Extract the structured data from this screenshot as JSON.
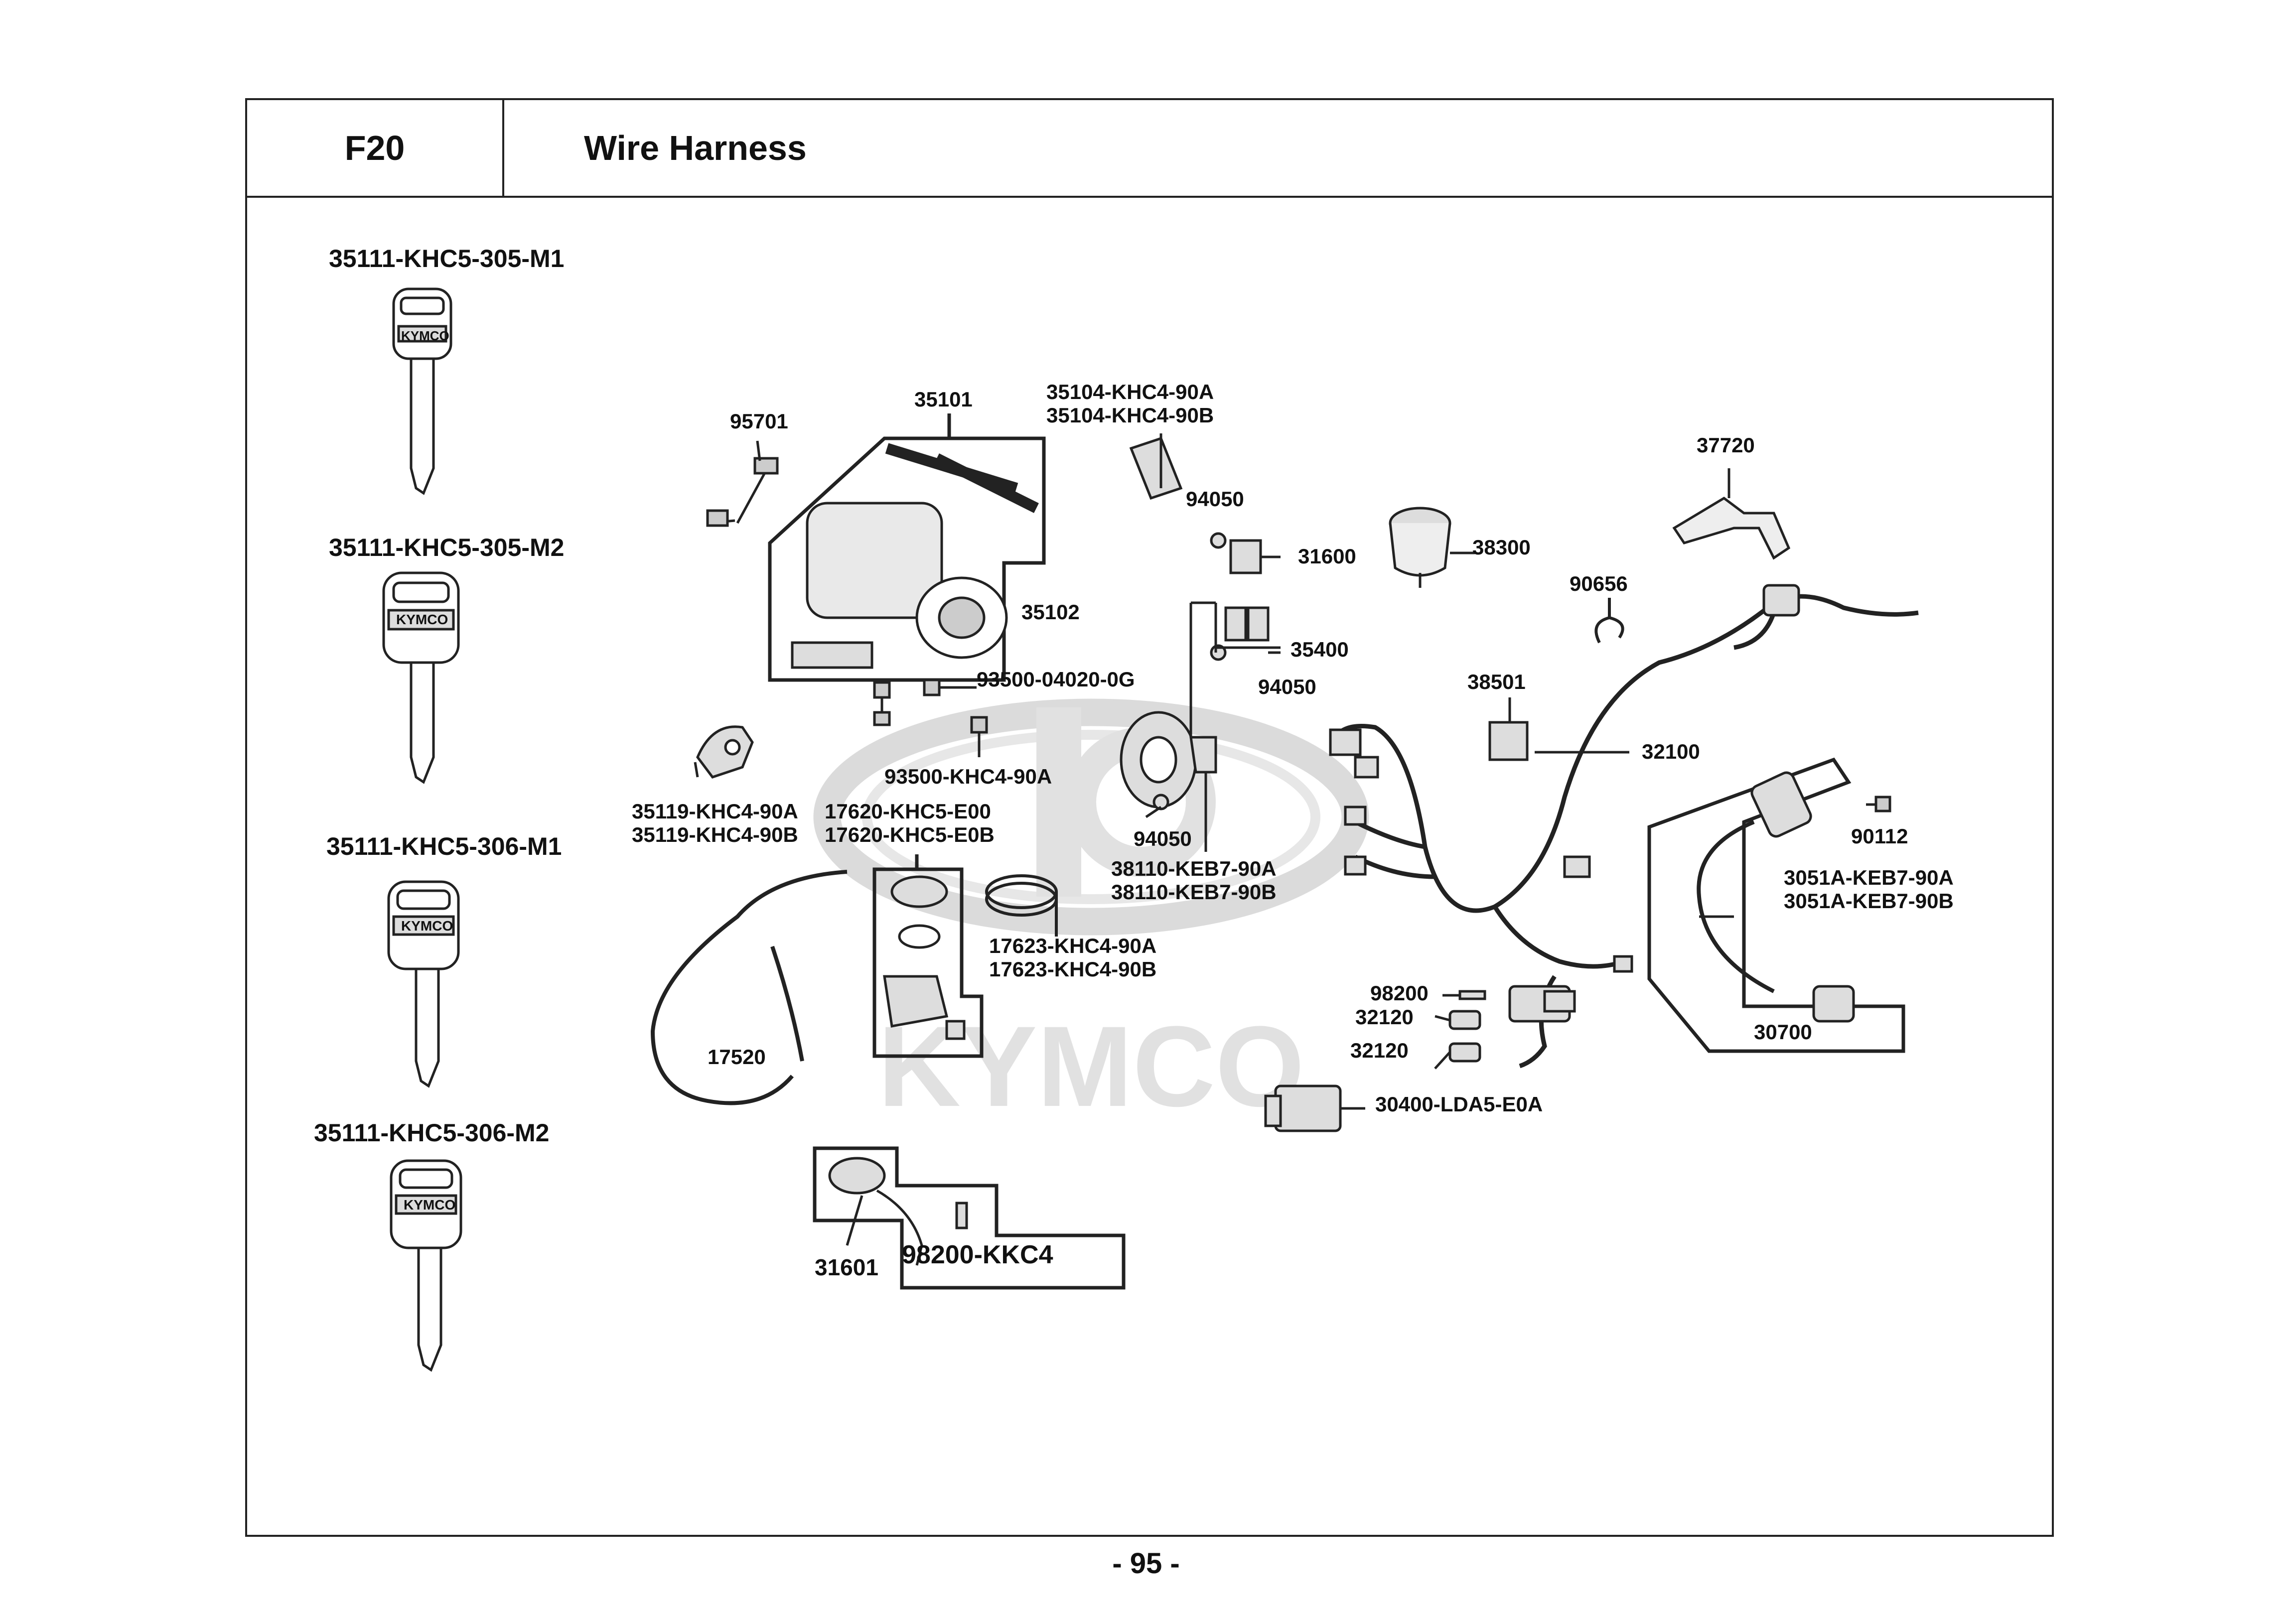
{
  "header": {
    "section_code": "F20",
    "title": "Wire Harness"
  },
  "keys": [
    {
      "part": "35111-KHC5-305-M1",
      "brand": "KYMCO"
    },
    {
      "part": "35111-KHC5-305-M2",
      "brand": "KYMCO"
    },
    {
      "part": "35111-KHC5-306-M1",
      "brand": "KYMCO"
    },
    {
      "part": "35111-KHC5-306-M2",
      "brand": "KYMCO"
    }
  ],
  "watermark": "KYMCO",
  "parts": {
    "p95701": "95701",
    "p35101": "35101",
    "p35102": "35102",
    "p35104a": "35104-KHC4-90A",
    "p35104b": "35104-KHC4-90B",
    "p94050_1": "94050",
    "p31600": "31600",
    "p35400": "35400",
    "p94050_2": "94050",
    "p38300": "38300",
    "p37720": "37720",
    "p90656": "90656",
    "p38501": "38501",
    "p32100": "32100",
    "p93500a": "93500-04020-0G",
    "p93500b": "93500-KHC4-90A",
    "p35119a": "35119-KHC4-90A",
    "p35119b": "35119-KHC4-90B",
    "p17620a": "17620-KHC5-E00",
    "p17620b": "17620-KHC5-E0B",
    "p94050_3": "94050",
    "p38110a": "38110-KEB7-90A",
    "p38110b": "38110-KEB7-90B",
    "p90112": "90112",
    "p3051a": "3051A-KEB7-90A",
    "p3051b": "3051A-KEB7-90B",
    "p17623a": "17623-KHC4-90A",
    "p17623b": "17623-KHC4-90B",
    "p98200": "98200",
    "p32120_1": "32120",
    "p32120_2": "32120",
    "p30700": "30700",
    "p17520": "17520",
    "p30400": "30400-LDA5-E0A",
    "p31601": "31601",
    "p98200kkc4": "98200-KKC4"
  },
  "page_number": "- 95 -"
}
